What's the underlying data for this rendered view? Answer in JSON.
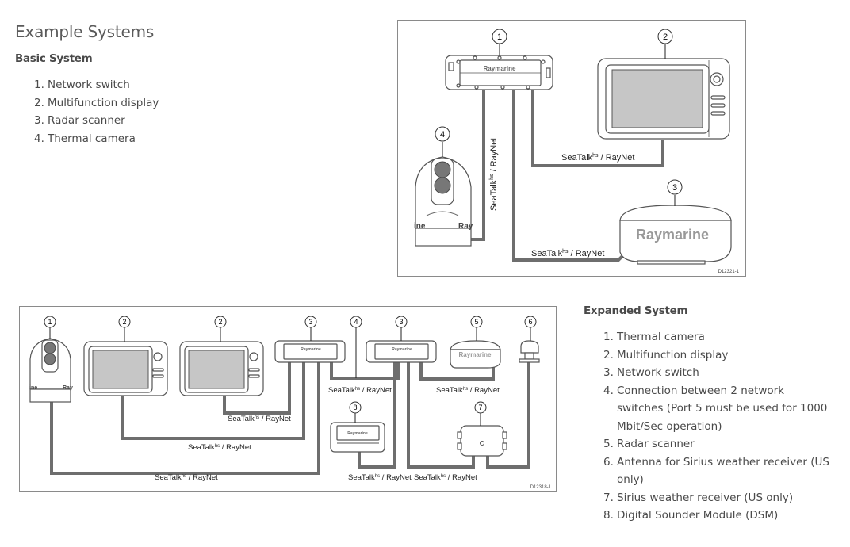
{
  "page_title": "Example Systems",
  "basic_system": {
    "heading": "Basic System",
    "items": [
      {
        "num": "1.",
        "text": "Network switch"
      },
      {
        "num": "2.",
        "text": "Multifunction display"
      },
      {
        "num": "3.",
        "text": "Radar scanner"
      },
      {
        "num": "4.",
        "text": "Thermal camera"
      }
    ],
    "diagram": {
      "callouts": [
        "1",
        "2",
        "3",
        "4"
      ],
      "cable_label": "SeaTalk",
      "cable_sup": "hs",
      "cable_suffix": " / RayNet",
      "brand": "Raymarine",
      "camera_marks": [
        "ine",
        "Ray"
      ],
      "code": "D12321-1"
    }
  },
  "expanded_system": {
    "heading": "Expanded System",
    "items": [
      {
        "num": "1.",
        "text": "Thermal camera"
      },
      {
        "num": "2.",
        "text": "Multifunction display"
      },
      {
        "num": "3.",
        "text": "Network switch"
      },
      {
        "num": "4.",
        "text": "Connection between 2 network switches (Port 5 must be used for 1000 Mbit/Sec operation)"
      },
      {
        "num": "5.",
        "text": "Radar scanner"
      },
      {
        "num": "6.",
        "text": "Antenna for Sirius weather receiver (US only)"
      },
      {
        "num": "7.",
        "text": "Sirius weather receiver (US only)"
      },
      {
        "num": "8.",
        "text": "Digital Sounder Module (DSM)"
      }
    ],
    "diagram": {
      "callouts": [
        "1",
        "2",
        "2",
        "3",
        "4",
        "3",
        "5",
        "6",
        "8",
        "7"
      ],
      "cable_label": "SeaTalk",
      "cable_sup": "hs",
      "cable_suffix": " / RayNet",
      "brand": "Raymarine",
      "camera_marks": [
        "ine",
        "Ray"
      ],
      "code": "D12318-1"
    }
  }
}
